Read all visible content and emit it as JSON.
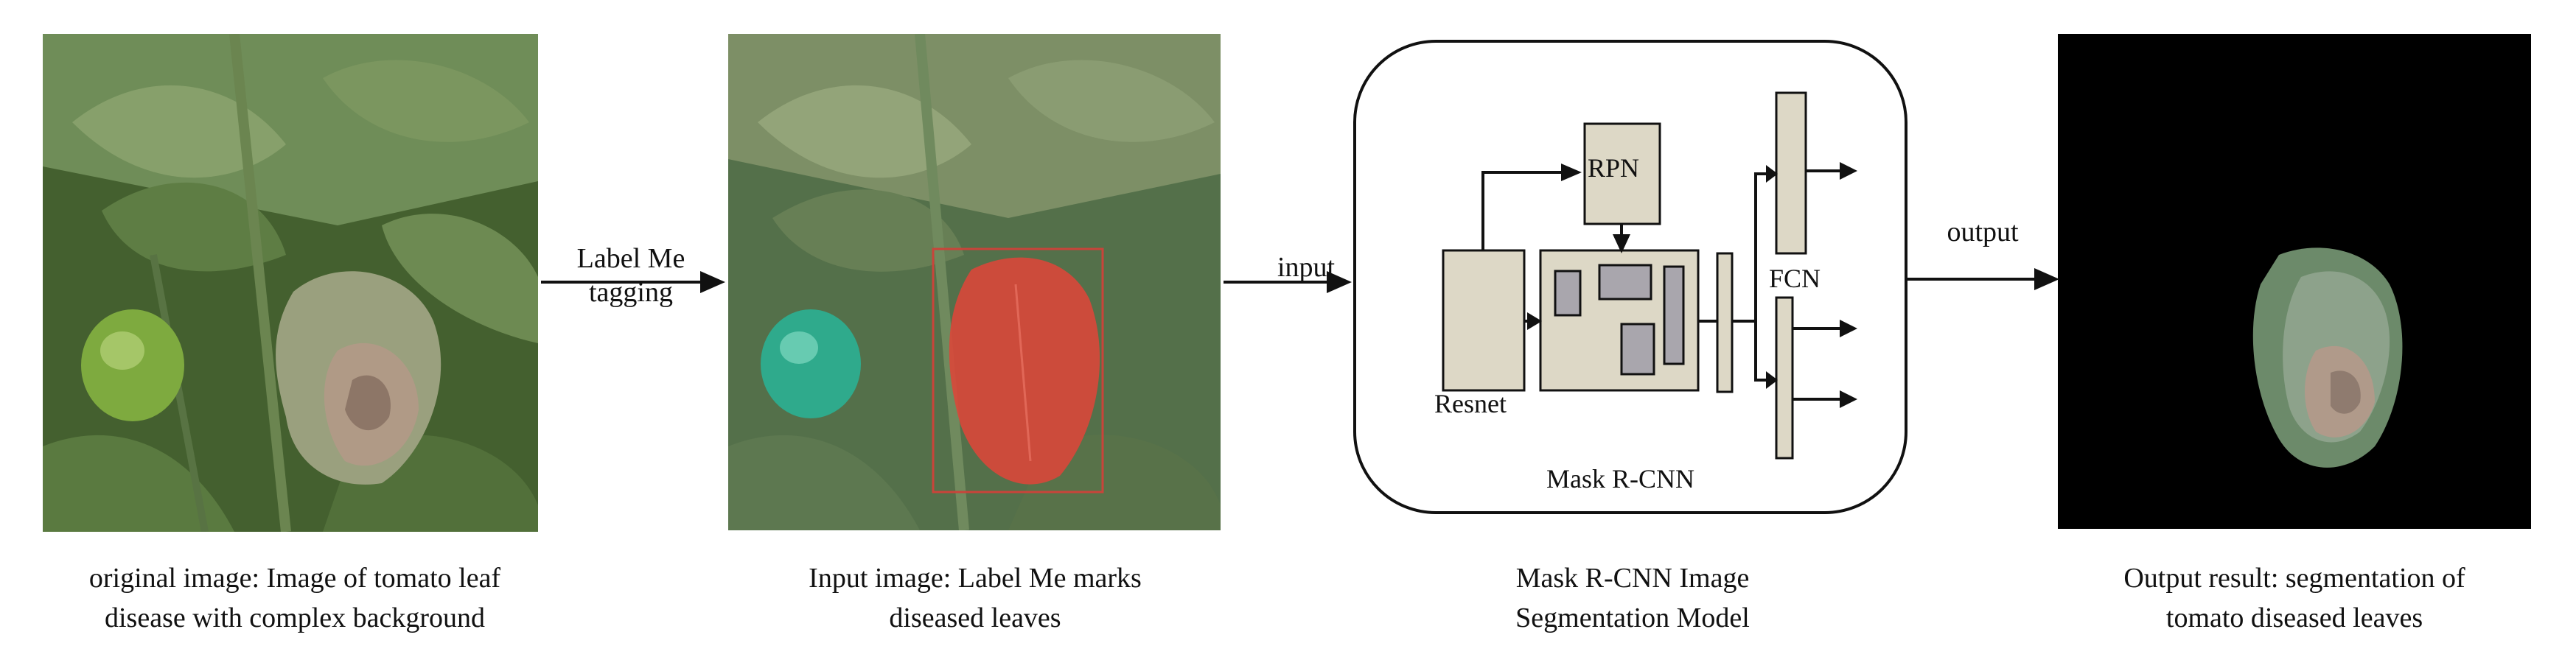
{
  "panels": [
    {
      "caption_line1": "original image: Image of tomato leaf",
      "caption_line2": "disease with complex background"
    },
    {
      "caption_line1": "Input image: Label Me marks",
      "caption_line2": "diseased leaves"
    },
    {
      "caption_line1": "Mask R-CNN Image",
      "caption_line2": "Segmentation Model"
    },
    {
      "caption_line1": "Output result: segmentation of",
      "caption_line2": "tomato diseased leaves"
    }
  ],
  "arrows": {
    "tagging_line1": "Label Me",
    "tagging_line2": "tagging",
    "input": "input",
    "output": "output"
  },
  "model": {
    "title": "Mask R-CNN",
    "rpn": "RPN",
    "resnet": "Resnet",
    "fcn": "FCN"
  },
  "colors": {
    "leaf_green": "#5f7a45",
    "tomato_fruit": "#6ea33a",
    "mask_red": "#d9473a",
    "box_fill": "#ddd8c6",
    "box_dark": "#a9a6ad",
    "output_bg": "#000000"
  }
}
